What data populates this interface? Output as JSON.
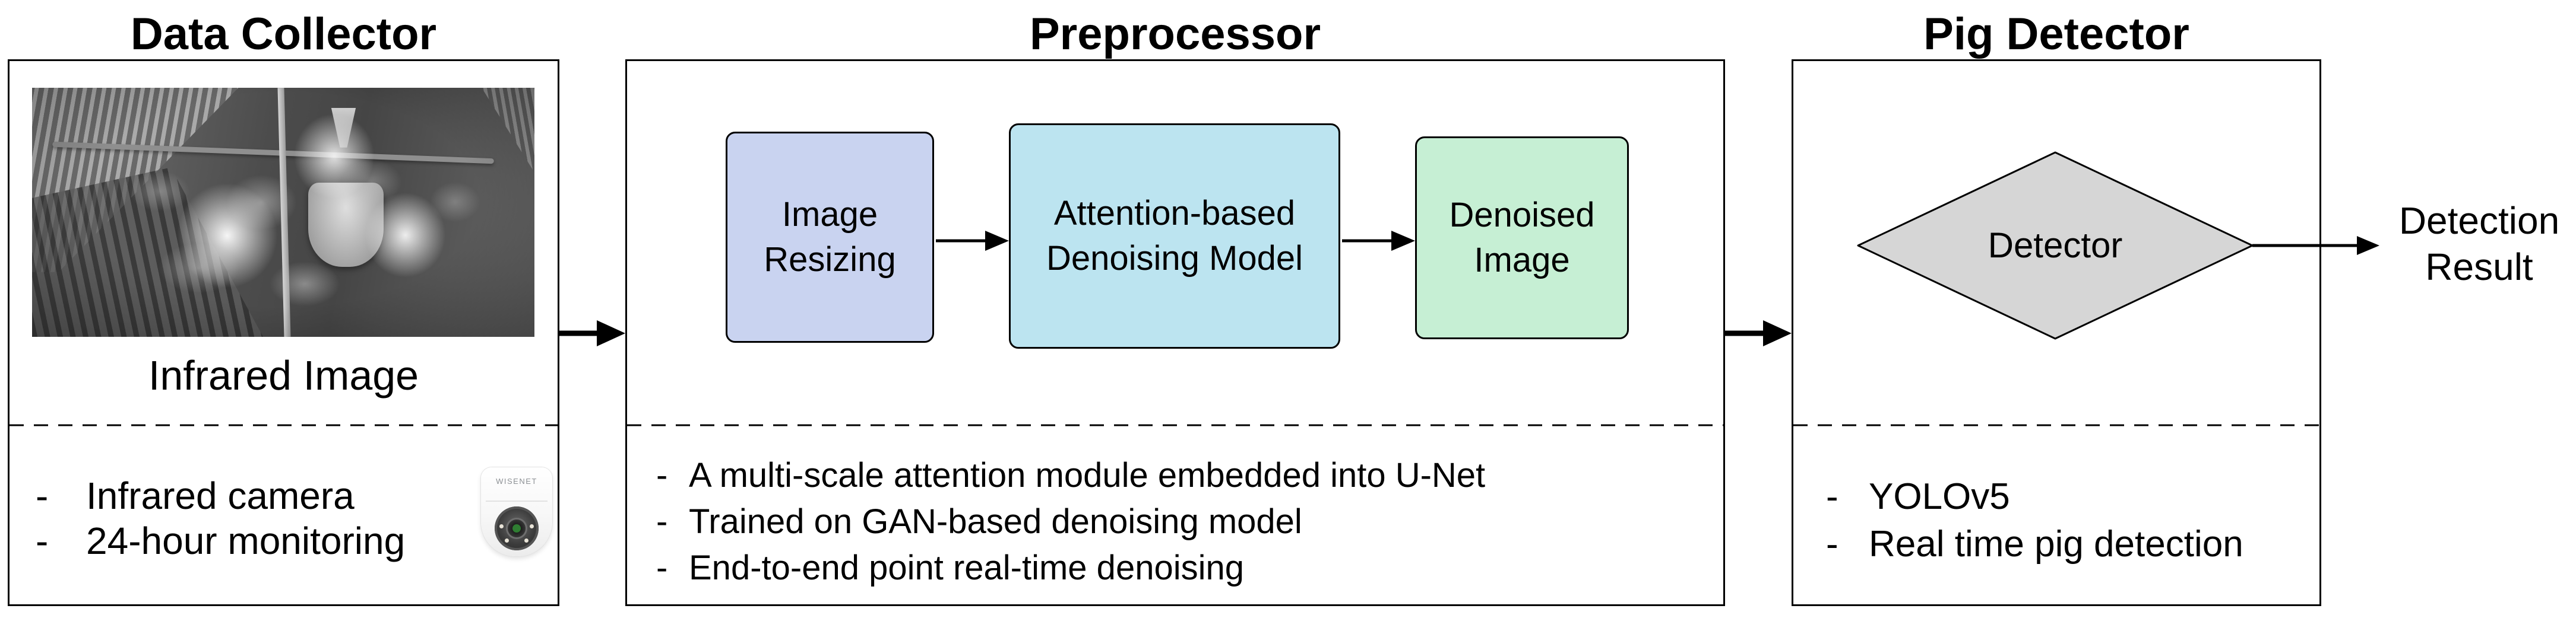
{
  "colors": {
    "background": "#ffffff",
    "line": "#000000",
    "camera_lens_green": "#2f7d32"
  },
  "data_collector": {
    "title": "Data Collector",
    "photo_caption": "Infrared Image",
    "marker": "-",
    "bullets": [
      "Infrared camera",
      "24-hour monitoring"
    ],
    "camera_brand": "WISENET"
  },
  "preprocessor": {
    "title": "Preprocessor",
    "steps": [
      {
        "label": "Image Resizing",
        "color": "#c9d3f0"
      },
      {
        "label": "Attention-based Denoising Model",
        "color": "#bce4f0"
      },
      {
        "label": "Denoised Image",
        "color": "#c6efd4"
      }
    ],
    "marker": "-",
    "bullets": [
      "A multi-scale attention module embedded into U-Net",
      "Trained on GAN-based denoising model",
      "End-to-end point real-time denoising"
    ]
  },
  "pig_detector": {
    "title": "Pig Detector",
    "diamond_label": "Detector",
    "diamond_color": "#d6d6d6",
    "marker": "-",
    "bullets": [
      "YOLOv5",
      "Real time pig detection"
    ]
  },
  "output": {
    "line1": "Detection",
    "line2": "Result"
  }
}
